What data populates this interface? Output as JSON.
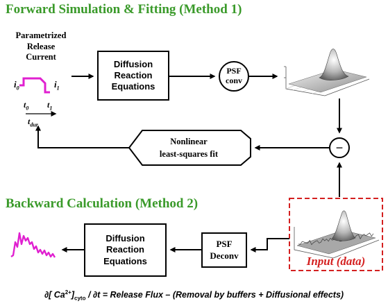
{
  "titles": {
    "forward": "Forward Simulation & Fitting (Method 1)",
    "backward": "Backward Calculation (Method 2)"
  },
  "release_current": {
    "label_line1": "Parametrized",
    "label_line2": "Release",
    "label_line3": "Current",
    "i0": "i",
    "i0_sub": "0",
    "i1": "i",
    "i1_sub": "1",
    "t0": "t",
    "t0_sub": "0",
    "t1": "t",
    "t1_sub": "1",
    "tdur": "t",
    "tdur_sub": "dur"
  },
  "forward_boxes": {
    "diffusion_line1": "Diffusion",
    "diffusion_line2": "Reaction",
    "diffusion_line3": "Equations",
    "psf_line1": "PSF",
    "psf_line2": "conv",
    "minus": "−",
    "fit_line1": "Nonlinear",
    "fit_line2": "least-squares fit"
  },
  "backward_boxes": {
    "diffusion_line1": "Diffusion",
    "diffusion_line2": "Reaction",
    "diffusion_line3": "Equations",
    "deconv_line1": "PSF",
    "deconv_line2": "Deconv",
    "input_label": "Input (data)"
  },
  "equation": {
    "part1": "∂[ Ca",
    "sup": "2+",
    "part2": "]",
    "sub": "cyto",
    "part3": " / ∂t = Release Flux – (Removal by buffers + Diffusional effects)"
  },
  "colors": {
    "title_green": "#3a9a2a",
    "magenta": "#e020d0",
    "input_red": "#d42020",
    "black": "#000000"
  }
}
